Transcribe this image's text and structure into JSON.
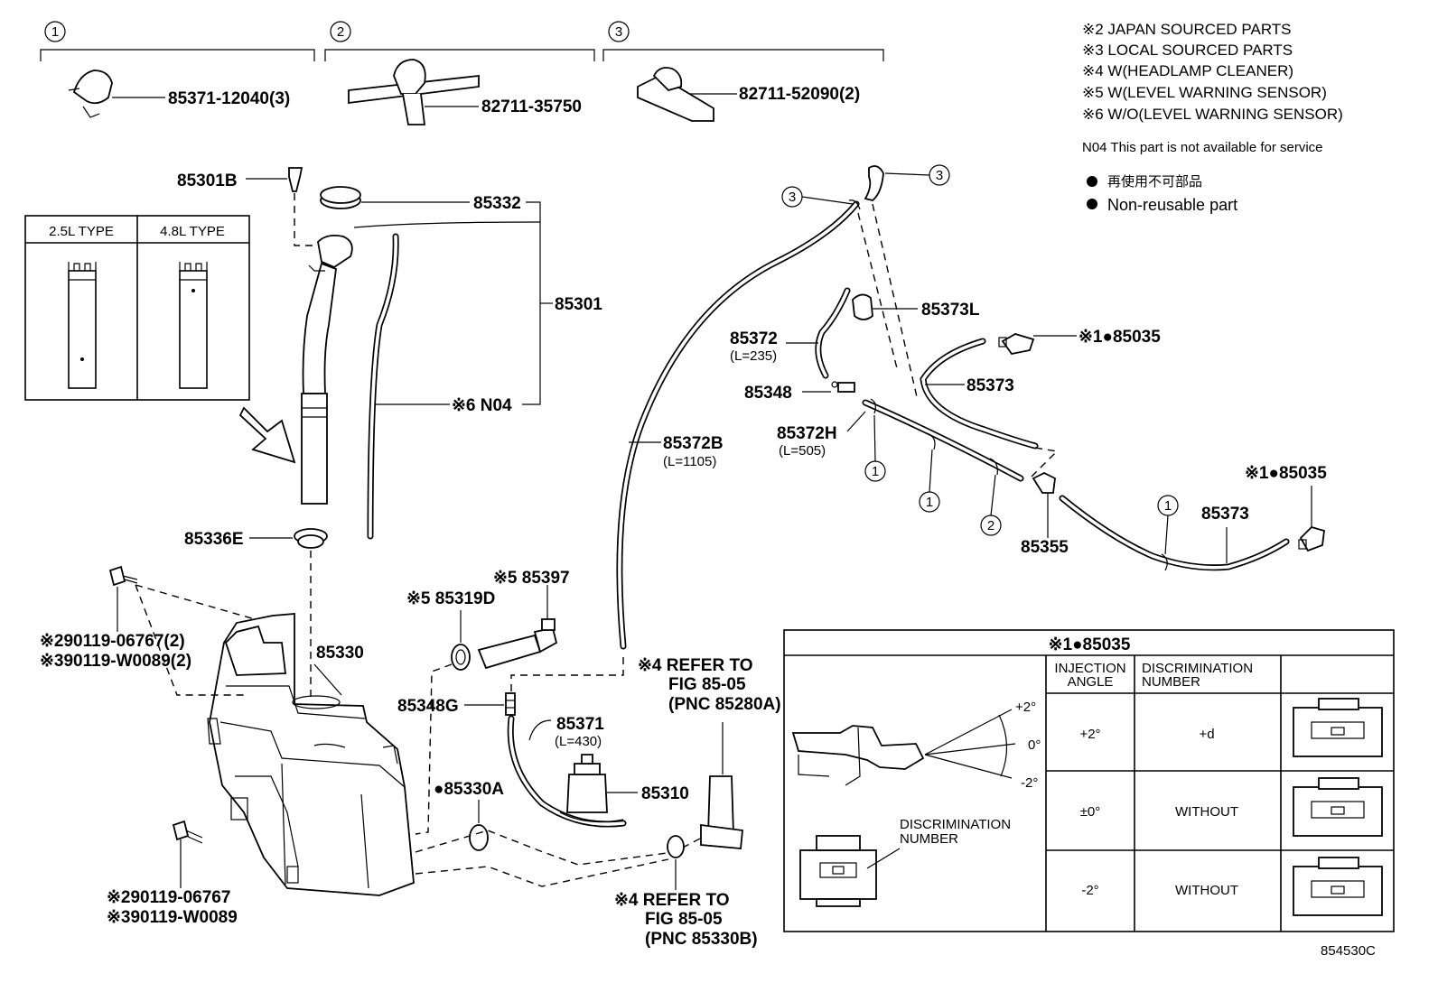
{
  "legend": {
    "notes": [
      "※2 JAPAN SOURCED PARTS",
      "※3 LOCAL SOURCED PARTS",
      "※4 W(HEADLAMP CLEANER)",
      "※5 W(LEVEL WARNING SENSOR)",
      "※6 W/O(LEVEL WARNING SENSOR)"
    ],
    "n04_note": "N04  This part is not available for service",
    "nonreusable_jp": "再使用不可部品",
    "nonreusable_en": "Non-reusable part"
  },
  "groups": {
    "g1": {
      "num": "1",
      "part": "85371-12040(3)"
    },
    "g2": {
      "num": "2",
      "part": "82711-35750"
    },
    "g3": {
      "num": "3",
      "part": "82711-52090(2)"
    }
  },
  "type_box": {
    "col1": "2.5L TYPE",
    "col2": "4.8L TYPE"
  },
  "labels": {
    "p85301B": "85301B",
    "p85332": "85332",
    "p85301": "85301",
    "pN04": "※6 N04",
    "p85336E": "85336E",
    "p85330": "85330",
    "bolt1a": "※290119-06767(2)",
    "bolt1b": "※390119-W0089(2)",
    "bolt2a": "※290119-06767",
    "bolt2b": "※390119-W0089",
    "p85319D": "※5 85319D",
    "p85397": "※5 85397",
    "p85348G": "85348G",
    "p85371": "85371",
    "p85371L": "(L=430)",
    "p85310": "85310",
    "p85330A": "●85330A",
    "p85372B": "85372B",
    "p85372BL": "(L=1105)",
    "ref1a": "※4 REFER TO",
    "ref1b": "FIG 85-05",
    "ref1c": "(PNC 85280A)",
    "ref2a": "※4 REFER TO",
    "ref2b": "FIG 85-05",
    "ref2c": "(PNC 85330B)",
    "p85373L": "85373L",
    "p85372": "85372",
    "p85372L": "(L=235)",
    "p85348": "85348",
    "p85372H": "85372H",
    "p85372HL": "(L=505)",
    "p85373a": "85373",
    "p85373b": "85373",
    "p85035a": "※1●85035",
    "p85035b": "※1●85035",
    "p85355": "85355",
    "callout_1": "1",
    "callout_2": "2",
    "callout_3": "3",
    "figure_id": "854530C"
  },
  "nozzle_table": {
    "title": "※1●85035",
    "header_angle": [
      "INJECTION",
      "ANGLE"
    ],
    "header_disc": [
      "DISCRIMINATION",
      "NUMBER"
    ],
    "disc_caption": [
      "DISCRIMINATION",
      "NUMBER"
    ],
    "angle_marks": [
      "+2°",
      "0°",
      "-2°"
    ],
    "rows": [
      {
        "angle": "+2°",
        "disc": "+d"
      },
      {
        "angle": "±0°",
        "disc": "WITHOUT"
      },
      {
        "angle": "-2°",
        "disc": "WITHOUT"
      }
    ]
  }
}
